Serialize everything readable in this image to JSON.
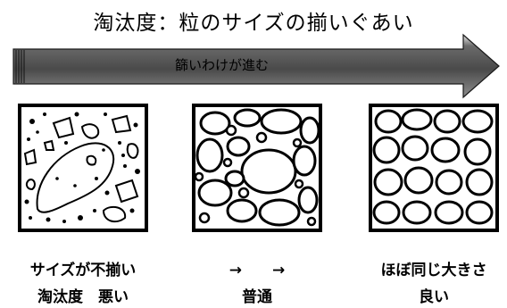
{
  "title": "淘汰度：粒のサイズの揃いぐあい",
  "arrow_label": "篩いわけが進む",
  "panels": [
    {
      "caption_line1": "サイズが不揃い",
      "caption_line2": "淘汰度　悪い"
    },
    {
      "caption_line1": "→　　→",
      "caption_line2": "普通"
    },
    {
      "caption_line1": "ほぼ同じ大きさ",
      "caption_line2": "良い"
    }
  ]
}
